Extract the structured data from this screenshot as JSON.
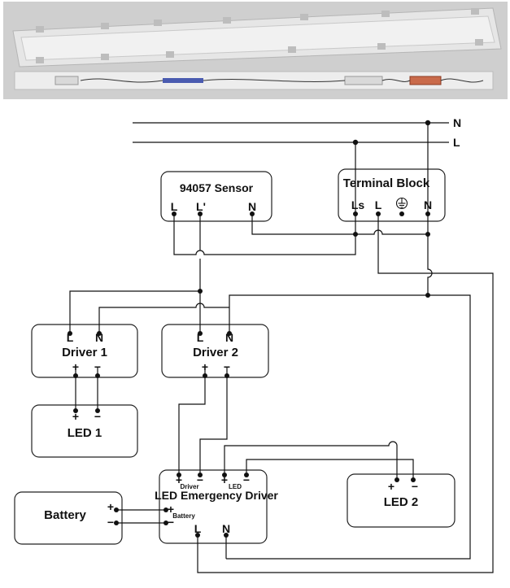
{
  "bus": {
    "n": "N",
    "l": "L"
  },
  "sensor": {
    "title": "94057 Sensor",
    "pin_l": "L",
    "pin_l2": "L'",
    "pin_n": "N"
  },
  "terminal": {
    "title": "Terminal Block",
    "pin_ls": "Ls",
    "pin_l": "L",
    "pin_n": "N"
  },
  "driver1": {
    "title": "Driver 1",
    "pin_l": "L",
    "pin_n": "N",
    "plus": "+",
    "minus": "−"
  },
  "driver2": {
    "title": "Driver 2",
    "pin_l": "L",
    "pin_n": "N",
    "plus": "+",
    "minus": "−"
  },
  "led1": {
    "title": "LED 1",
    "plus": "+",
    "minus": "−"
  },
  "led2": {
    "title": "LED 2",
    "plus": "+",
    "minus": "−"
  },
  "emergency": {
    "title": "LED Emergency Driver",
    "driver_sub": "Driver",
    "led_sub": "LED",
    "battery_sub": "Battery",
    "pin_l": "L",
    "pin_n": "N",
    "plus": "+",
    "minus": "−"
  },
  "battery": {
    "title": "Battery",
    "plus": "+",
    "minus": "−"
  }
}
